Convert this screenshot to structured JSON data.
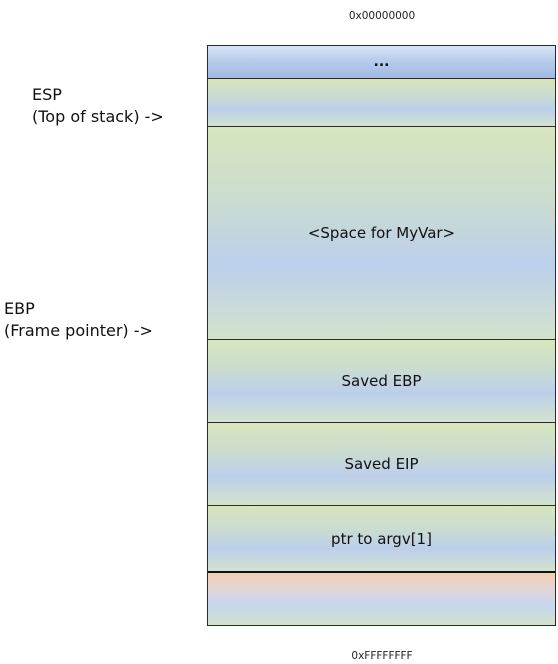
{
  "address_top": "0x00000000",
  "address_bottom": "0xFFFFFFFF",
  "stack": {
    "ellipsis": "...",
    "myvar": "<Space for MyVar>",
    "saved_ebp": "Saved EBP",
    "saved_eip": "Saved EIP",
    "argv": "ptr to argv[1]"
  },
  "pointers": {
    "esp": {
      "name": "ESP",
      "desc": "(Top of stack)  ->"
    },
    "ebp": {
      "name": "EBP",
      "desc": "(Frame pointer)  ->"
    }
  }
}
